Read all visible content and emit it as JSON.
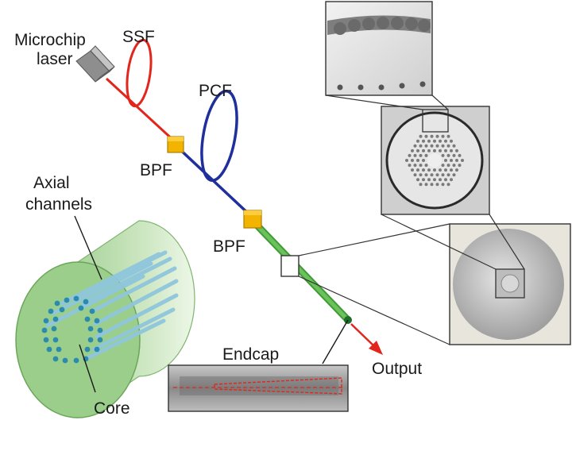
{
  "labels": {
    "microchip_line1": "Microchip",
    "microchip_line2": "laser",
    "ssf": "SSF",
    "pcf": "PCF",
    "bpf_upper": "BPF",
    "bpf_lower": "BPF",
    "axial_line1": "Axial",
    "axial_line2": "channels",
    "core": "Core",
    "endcap": "Endcap",
    "output": "Output"
  },
  "colors": {
    "red_fiber": "#e2261c",
    "blue_fiber": "#1f2f9c",
    "green_fiber": "#5cb94a",
    "bpf": "#f2b400",
    "cylinder": "#b9dcae",
    "channel_dot": "#2a8ab0",
    "output_arrow": "#e2261c"
  }
}
